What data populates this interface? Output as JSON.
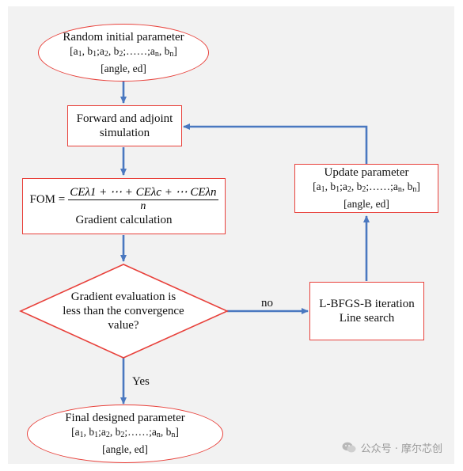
{
  "nodes": {
    "start": {
      "line1": "Random initial parameter",
      "params": "[a1, b1;a2, b2;……;an, bn]",
      "line3": "[angle, ed]"
    },
    "forward": {
      "line1": "Forward and adjoint",
      "line2": "simulation"
    },
    "fom": {
      "prefix": "FOM =",
      "numerator": "CEλ1 + ⋯ + CEλc + ⋯ CEλn",
      "denominator": "n",
      "caption": "Gradient calculation"
    },
    "decision": {
      "line1": "Gradient evaluation is",
      "line2": "less than the convergence",
      "line3": "value?"
    },
    "lbfgs": {
      "line1": "L-BFGS-B iteration",
      "line2": "Line search"
    },
    "update": {
      "line1": "Update parameter",
      "params": "[a1, b1;a2, b2;……;an, bn]",
      "line3": "[angle, ed]"
    },
    "final": {
      "line1": "Final designed parameter",
      "params": "[a1, b1;a2, b2;……;an, bn]",
      "line3": "[angle, ed]"
    }
  },
  "edges": {
    "no_label": "no",
    "yes_label": "Yes"
  },
  "watermark": {
    "text": "公众号 · 摩尔芯创",
    "icon": "wechat-icon"
  },
  "colors": {
    "node_border": "#e8413b",
    "arrow": "#4a78c0",
    "background": "#f2f2f2"
  }
}
